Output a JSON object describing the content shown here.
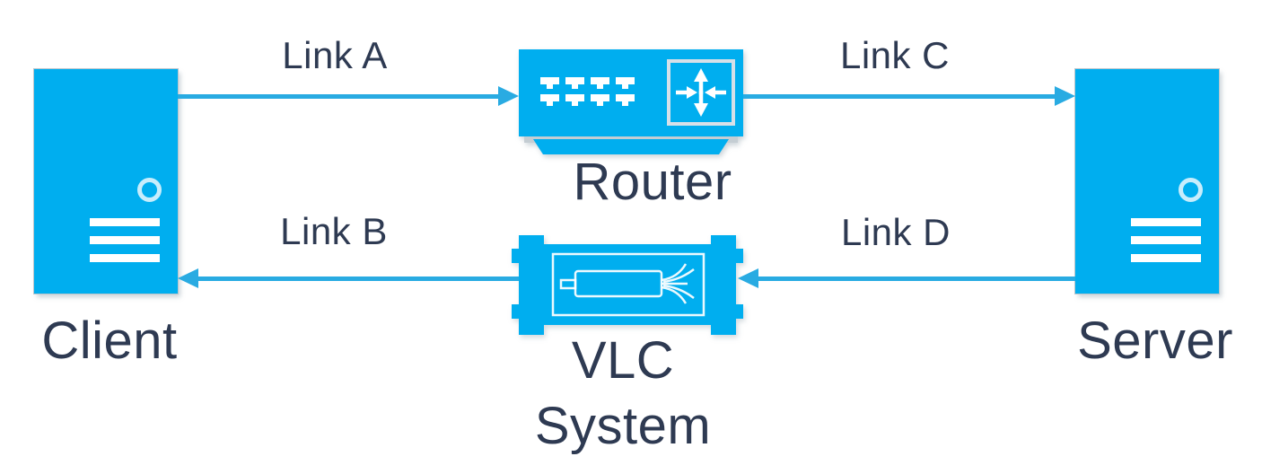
{
  "colors": {
    "accent": "#00AEEF",
    "arrow": "#29ABE2",
    "label": "#2E3A52",
    "light_outline": "#D7E0E8",
    "base_shadow": "#C4CDD3"
  },
  "nodes": {
    "client": {
      "label": "Client",
      "icon": "tower-computer-icon"
    },
    "router": {
      "label": "Router",
      "icon": "router-icon"
    },
    "vlc": {
      "label_lines": [
        "VLC",
        "System"
      ],
      "icon": "fiber-optic-device-icon"
    },
    "server": {
      "label": "Server",
      "icon": "tower-computer-icon"
    }
  },
  "links": [
    {
      "label": "Link A",
      "from": "Client",
      "to": "Router",
      "direction": "right"
    },
    {
      "label": "Link B",
      "from": "VLC System",
      "to": "Client",
      "direction": "left"
    },
    {
      "label": "Link C",
      "from": "Router",
      "to": "Server",
      "direction": "right"
    },
    {
      "label": "Link D",
      "from": "Server",
      "to": "VLC System",
      "direction": "left"
    }
  ]
}
